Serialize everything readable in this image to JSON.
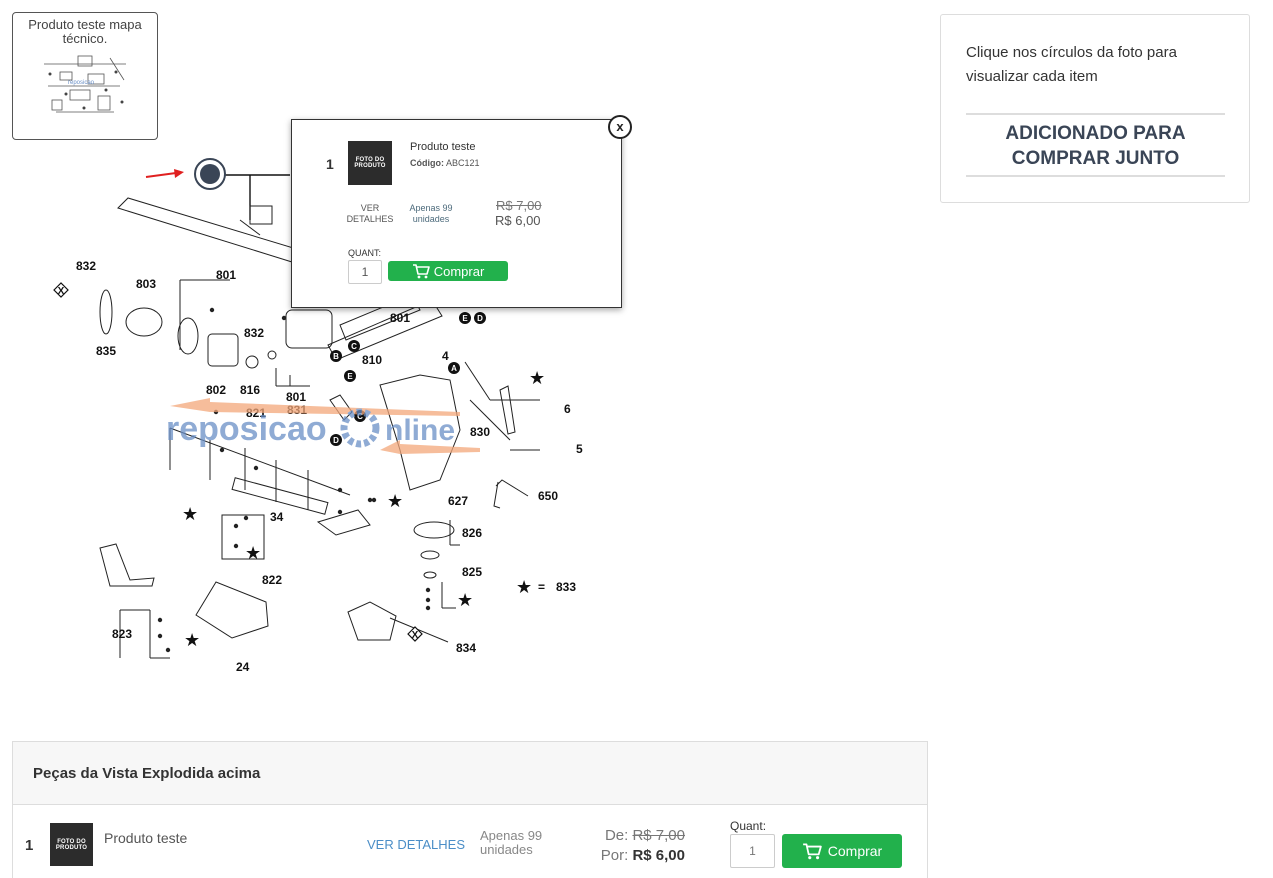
{
  "thumbnail": {
    "caption": "Produto teste mapa técnico."
  },
  "diagram": {
    "watermark": "reposicaoOnline",
    "labels": [
      "832",
      "803",
      "801",
      "835",
      "832",
      "802",
      "816",
      "801",
      "810",
      "821",
      "831",
      "830",
      "801",
      "4",
      "6",
      "5",
      "650",
      "627",
      "826",
      "825",
      "833",
      "34",
      "822",
      "823",
      "24",
      "834"
    ],
    "markers": [
      "E",
      "D",
      "C",
      "B",
      "E",
      "A",
      "C",
      "D",
      "X",
      "X"
    ]
  },
  "popup": {
    "close_label": "x",
    "number": "1",
    "image_label": "FOTO DO PRODUTO",
    "product_name": "Produto teste",
    "code_label": "Código:",
    "code_value": "ABC121",
    "details_label": "VER DETALHES",
    "stock": "Apenas 99 unidades",
    "old_price": "R$ 7,00",
    "new_price": "R$ 6,00",
    "qty_label": "QUANT:",
    "qty_value": "1",
    "buy_label": "Comprar"
  },
  "side": {
    "hint": "Clique nos círculos da foto para visualizar cada item",
    "title": "ADICIONADO PARA COMPRAR JUNTO"
  },
  "parts": {
    "title": "Peças da Vista Explodida acima",
    "rows": [
      {
        "number": "1",
        "image_label": "FOTO DO PRODUTO",
        "name": "Produto teste",
        "details_label": "VER DETALHES",
        "stock": "Apenas 99 unidades",
        "old_prefix": "De:",
        "old_price": "R$ 7,00",
        "new_prefix": "Por:",
        "new_price": "R$ 6,00",
        "qty_label": "Quant:",
        "qty_value": "1",
        "buy_label": "Comprar"
      }
    ]
  },
  "colors": {
    "buy_green": "#22b14c",
    "dark_blue": "#3a4556",
    "link_blue": "#4b8ec7",
    "arrow_red": "#e02020"
  },
  "icons": [
    "cart-icon",
    "close-icon",
    "hotspot-marker",
    "red-arrow-icon"
  ]
}
